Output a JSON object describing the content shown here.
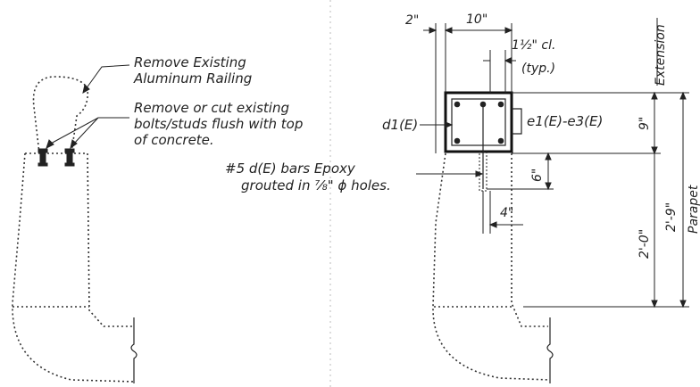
{
  "left_detail": {
    "remove_railing": [
      "Remove Existing",
      "Aluminum Railing"
    ],
    "remove_bolts": [
      "Remove or cut existing",
      "bolts/studs flush with top",
      "of concrete."
    ]
  },
  "right_detail": {
    "dim_2in": "2\"",
    "dim_10in": "10\"",
    "clear_cover": [
      "1½\" cl.",
      "(typ.)"
    ],
    "extension": "Extension",
    "dim_9in": "9\"",
    "dim_6in": "6\"",
    "dim_4in": "4\"",
    "dim_2_0": "2'-0\"",
    "dim_2_9": "2'-9\"",
    "parapet": "Parapet",
    "d1_label": "d1(E)",
    "e_label": "e1(E)-e3(E)",
    "bars_note": [
      "#5 d(E) bars Epoxy",
      "grouted in ⅞\" ϕ holes."
    ]
  }
}
